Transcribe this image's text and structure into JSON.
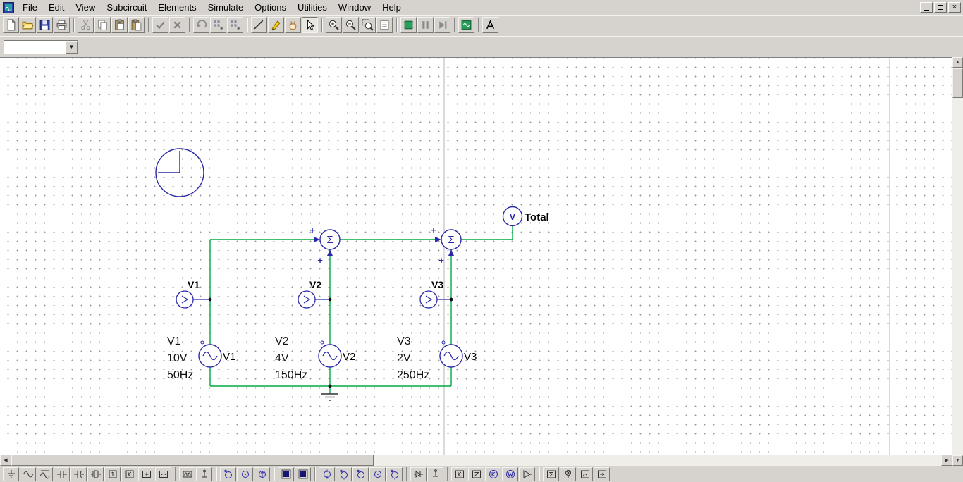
{
  "window": {
    "close_glyph": "×"
  },
  "menu": {
    "items": [
      "File",
      "Edit",
      "View",
      "Subcircuit",
      "Elements",
      "Simulate",
      "Options",
      "Utilities",
      "Window",
      "Help"
    ]
  },
  "toolbar_top": {
    "icons": [
      "new",
      "open",
      "save",
      "print",
      "cut",
      "copy",
      "paste",
      "paste-special",
      "accept",
      "cancel",
      "undo",
      "simulation-params",
      "simulation-params-alt",
      "draw-line",
      "highlighter",
      "pan",
      "select",
      "zoom-in",
      "zoom-out",
      "zoom-window",
      "page-view",
      "run-simulation",
      "pause-simulation",
      "step-simulation",
      "scope-view",
      "text-tool"
    ]
  },
  "combo": {
    "value": "",
    "arrow": "▼"
  },
  "schematic": {
    "summer_symbol": "Σ",
    "plus_sign": "+",
    "total_meter": {
      "symbol": "V",
      "label": "Total"
    },
    "meters": [
      {
        "label": "V1"
      },
      {
        "label": "V2"
      },
      {
        "label": "V3"
      }
    ],
    "sources": [
      {
        "label": "V1",
        "params": [
          "V1",
          "10V",
          "50Hz"
        ]
      },
      {
        "label": "V2",
        "params": [
          "V2",
          "4V",
          "150Hz"
        ]
      },
      {
        "label": "V3",
        "params": [
          "V3",
          "2V",
          "250Hz"
        ]
      }
    ],
    "colors": {
      "wire": "#00aa44",
      "component": "#2a2aa8",
      "text": "#000000"
    }
  },
  "toolbar_bottom": {
    "icons": [
      "ground",
      "sine-source",
      "sine-damped-source",
      "capacitor",
      "capacitor-polarized",
      "crystal",
      "relay-coil-1",
      "relay-coil-k",
      "summing-box",
      "multiplier-box",
      "meter-box",
      "probe",
      "phase-source",
      "current-source",
      "controlled-source",
      "oscilloscope-display",
      "xy-display",
      "voltage-source",
      "voltage-source-phase",
      "voltage-source-deg",
      "current-probe",
      "power-probe",
      "diode-probe",
      "ground-probe",
      "transfer-box-k",
      "impedance-box",
      "gain-block-k",
      "wattmeter",
      "buffer-amp",
      "summation-box",
      "lamp",
      "meter-display",
      "signal-box"
    ]
  },
  "scrollbar": {
    "up": "▲",
    "down": "▼",
    "left": "◀",
    "right": "▶"
  }
}
